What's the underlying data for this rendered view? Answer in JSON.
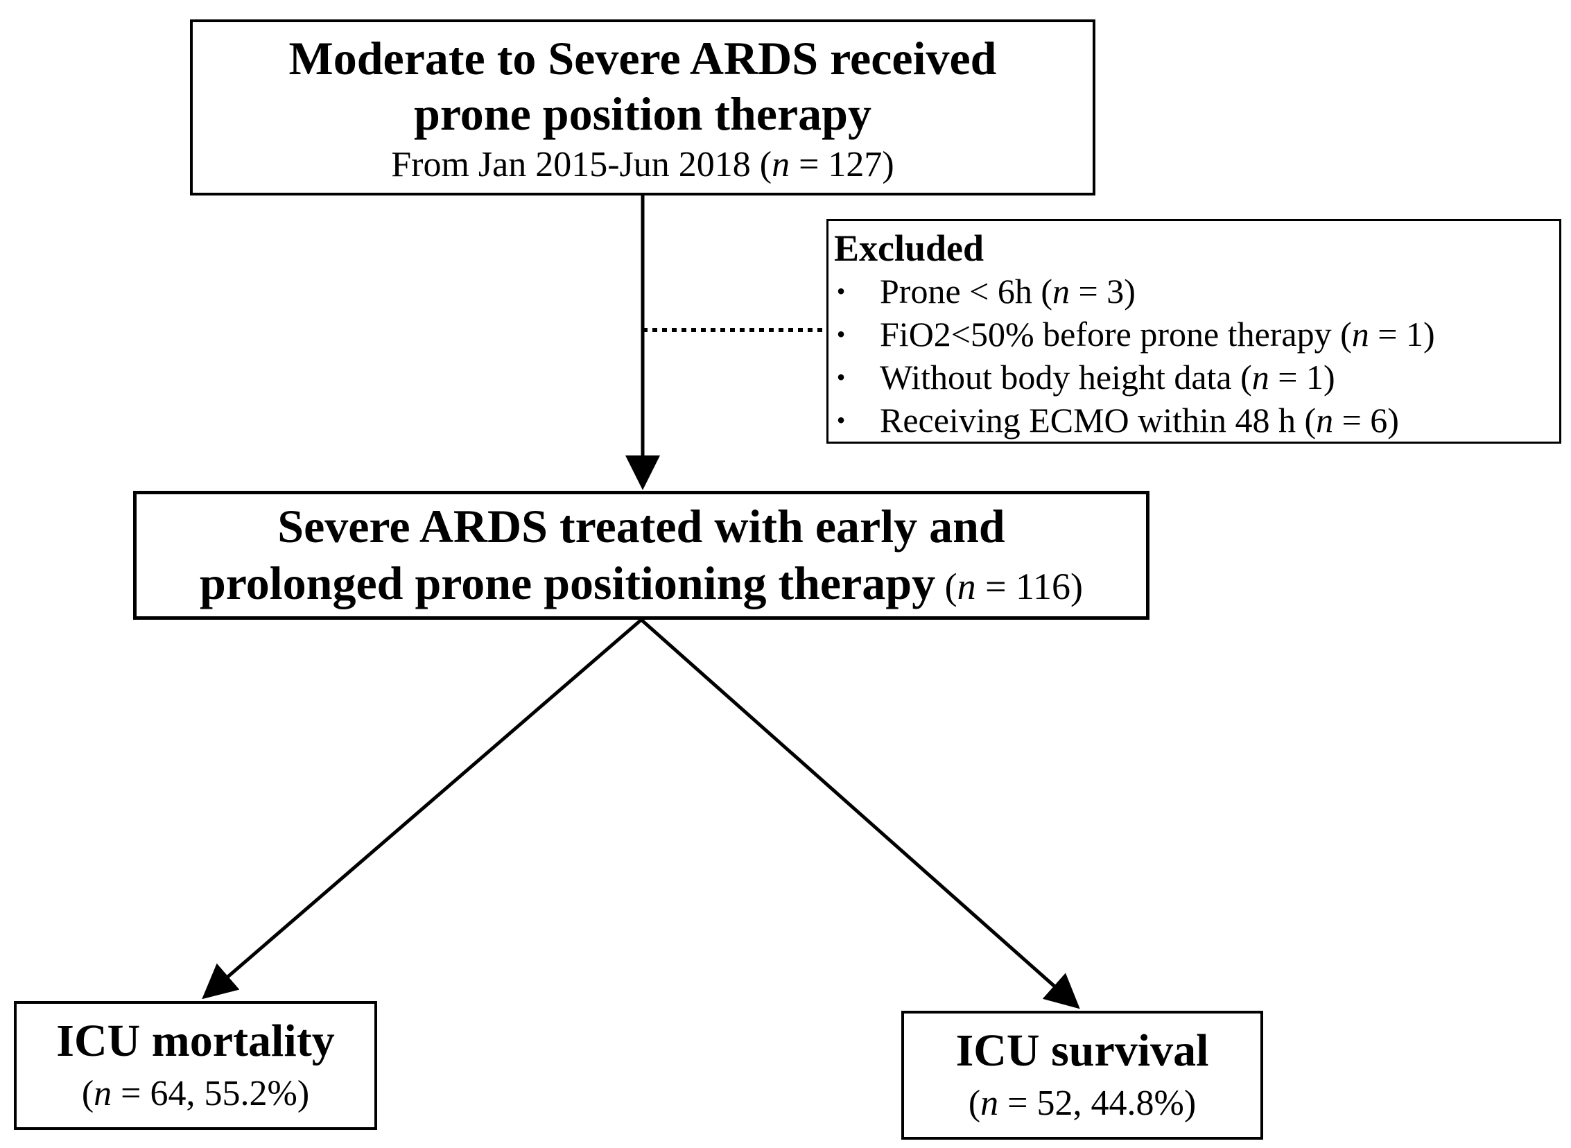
{
  "top_box": {
    "title_line1": "Moderate to Severe ARDS received",
    "title_line2": "prone position therapy",
    "period_prefix": "From Jan 2015-Jun 2018 (",
    "n_symbol": "n",
    "period_suffix": " = 127)"
  },
  "excluded_box": {
    "title": "Excluded",
    "items": [
      {
        "bullet": "•",
        "prefix": "Prone < 6h (",
        "n_symbol": "n",
        "suffix": " = 3)"
      },
      {
        "bullet": "•",
        "prefix": "FiO2<50% before prone therapy (",
        "n_symbol": "n",
        "suffix": " = 1)"
      },
      {
        "bullet": "•",
        "prefix": "Without body height data (",
        "n_symbol": "n",
        "suffix": " = 1)"
      },
      {
        "bullet": "•",
        "prefix": "Receiving ECMO within 48 h (",
        "n_symbol": "n",
        "suffix": " = 6)"
      }
    ]
  },
  "middle_box": {
    "title_line1": "Severe ARDS treated with early and",
    "title_line2": "prolonged prone positioning therapy",
    "count_prefix": " (",
    "n_symbol": "n",
    "count_suffix": " = 116)"
  },
  "left_box": {
    "title": "ICU mortality",
    "count_prefix": "(",
    "n_symbol": "n",
    "count_suffix": " = 64, 55.2%)"
  },
  "right_box": {
    "title": "ICU survival",
    "count_prefix": "(",
    "n_symbol": "n",
    "count_suffix": " = 52, 44.8%)"
  }
}
